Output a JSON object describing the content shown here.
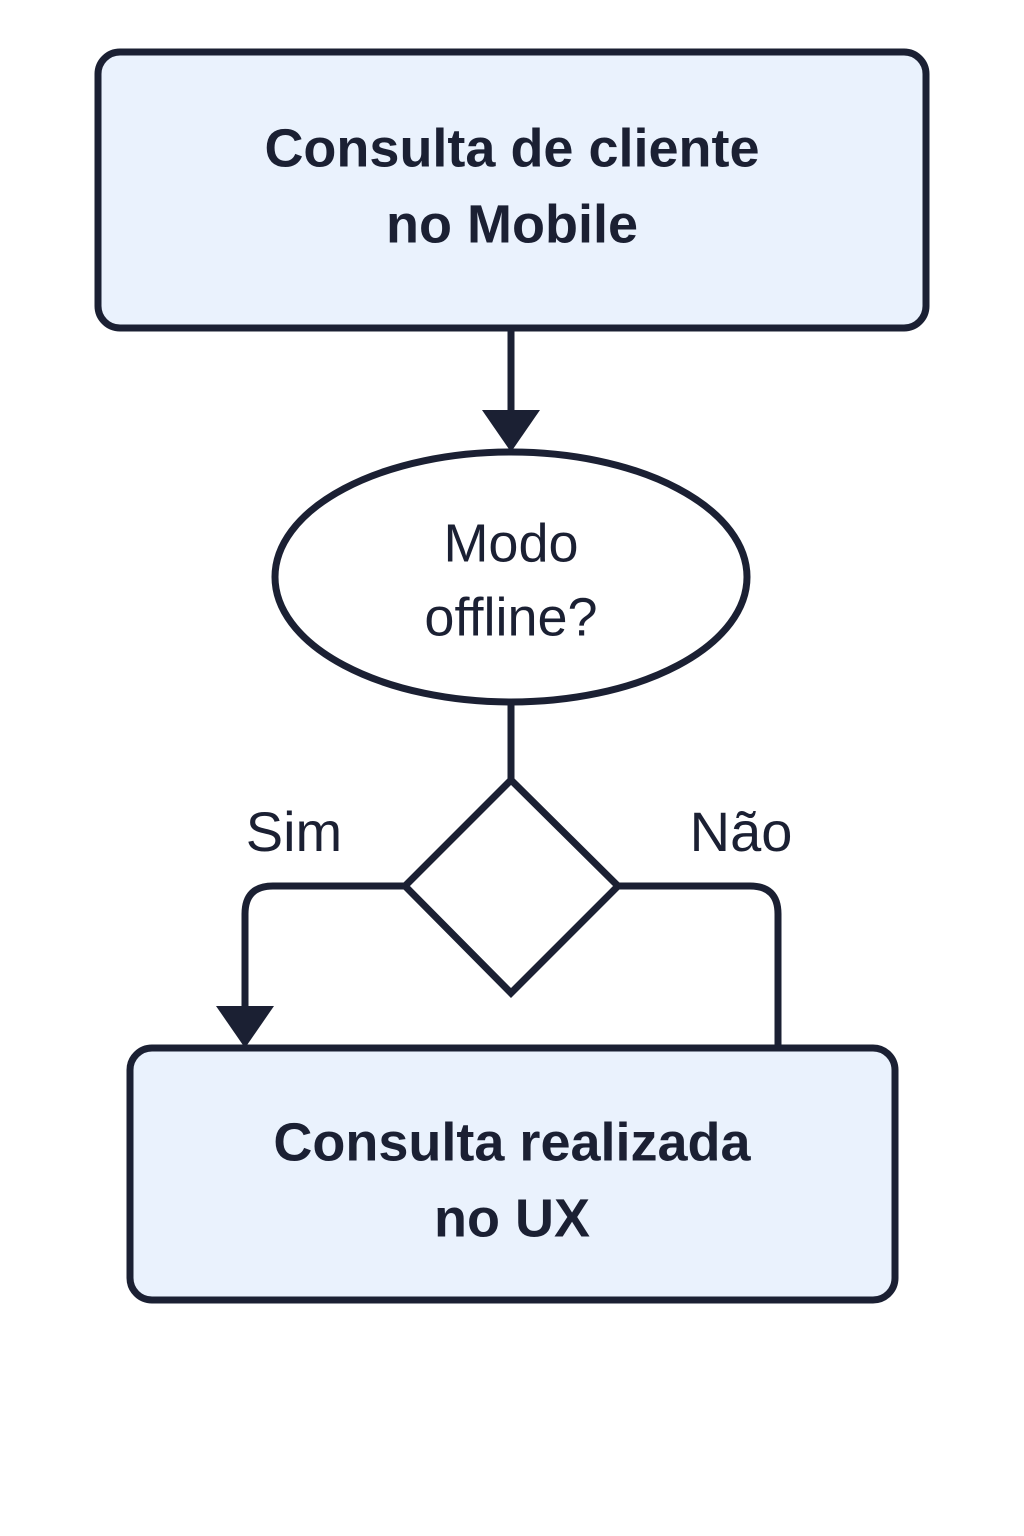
{
  "diagram": {
    "type": "flowchart",
    "orientation": "top-to-bottom",
    "language": "pt-BR",
    "background_color": "#ffffff",
    "stroke_color": "#1b2033",
    "node_fill_color": "#eaf2fd",
    "decision_fill_color": "#ffffff",
    "nodes": [
      {
        "id": "start",
        "shape": "rounded-rectangle",
        "line1": "Consulta de cliente",
        "line2": "no Mobile"
      },
      {
        "id": "question",
        "shape": "ellipse",
        "line1": "Modo",
        "line2": "offline?"
      },
      {
        "id": "decision",
        "shape": "diamond",
        "line1": "",
        "line2": ""
      },
      {
        "id": "end",
        "shape": "rounded-rectangle",
        "line1": "Consulta realizada",
        "line2": "no UX"
      }
    ],
    "edge_labels": {
      "yes": "Sim",
      "no": "Não"
    }
  }
}
